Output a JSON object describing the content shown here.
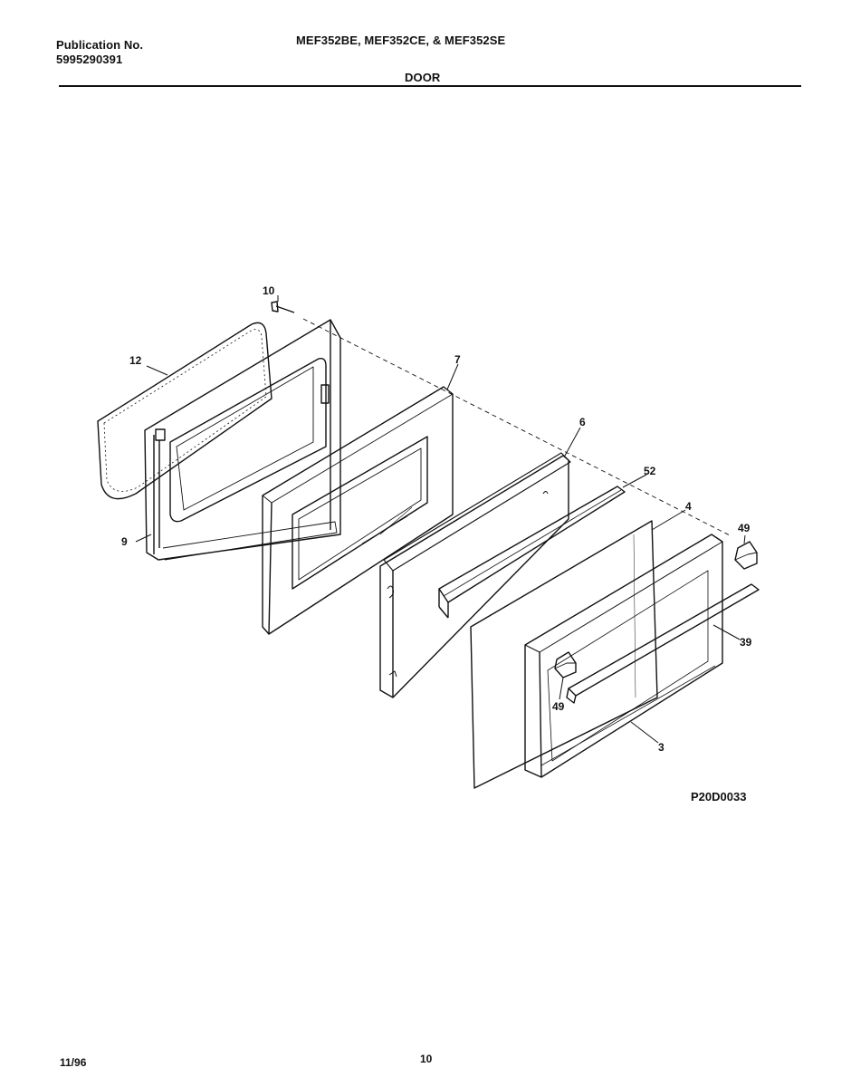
{
  "header": {
    "publication_label": "Publication No.",
    "publication_number": "5995290391",
    "models": "MEF352BE, MEF352CE, & MEF352SE",
    "section_title": "DOOR"
  },
  "diagram": {
    "code": "P20D0033",
    "callouts": {
      "screw": "10",
      "gasket": "12",
      "liner": "9",
      "baffle": "7",
      "panel_6": "6",
      "trim_52": "52",
      "glass": "4",
      "bracket_top": "49",
      "handle": "39",
      "bracket_bottom": "49",
      "frame": "3"
    }
  },
  "footer": {
    "date": "11/96",
    "page_number": "10"
  }
}
